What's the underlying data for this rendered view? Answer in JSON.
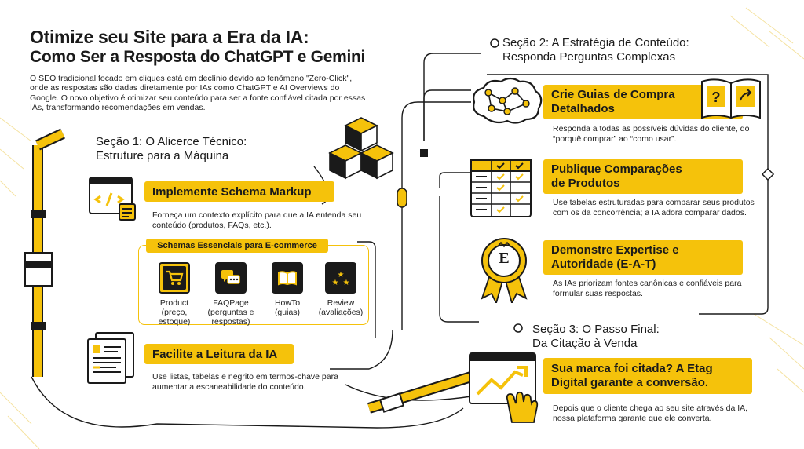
{
  "header": {
    "title_line1": "Otimize seu Site para a Era da IA:",
    "title_line2": "Como Ser a Resposta do ChatGPT e Gemini",
    "intro": "O SEO tradicional focado em cliques está em declínio devido ao fenômeno \"Zero-Click\", onde as respostas são dadas diretamente por IAs como ChatGPT e AI Overviews do Google. O novo objetivo é otimizar seu conteúdo para ser a fonte confiável citada por essas IAs, transformando recomendações em vendas."
  },
  "section1": {
    "heading_line1": "Seção 1: O Alicerce Técnico:",
    "heading_line2": "Estruture para a Máquina",
    "schema": {
      "title": "Implemente Schema Markup",
      "desc": "Forneça um contexto explícito para que a IA entenda seu conteúdo (produtos, FAQs, etc.)."
    },
    "schemas_box": {
      "title": "Schemas Essenciais para E-commerce",
      "items": [
        {
          "label": "Product (preço, estoque)",
          "icon": "shopping-cart-icon"
        },
        {
          "label": "FAQPage (perguntas e respostas)",
          "icon": "chat-bubbles-icon"
        },
        {
          "label": "HowTo (guias)",
          "icon": "open-book-icon"
        },
        {
          "label": "Review (avaliações)",
          "icon": "stars-icon"
        }
      ]
    },
    "reading": {
      "title": "Facilite a Leitura da IA",
      "desc": "Use listas, tabelas e negrito em termos-chave para aumentar a escaneabilidade do conteúdo."
    }
  },
  "section2": {
    "heading_line1": "Seção 2: A Estratégia de Conteúdo:",
    "heading_line2": "Responda Perguntas Complexas",
    "guides": {
      "title_line1": "Crie Guias de Compra",
      "title_line2": "Detalhados",
      "desc": "Responda a todas as possíveis dúvidas do cliente, do “porquê comprar” ao “como usar”."
    },
    "comparisons": {
      "title_line1": "Publique Comparações",
      "title_line2": "de Produtos",
      "desc": "Use tabelas estruturadas para comparar seus produtos com os da concorrência; a IA adora comparar dados."
    },
    "expertise": {
      "title_line1": "Demonstre Expertise e",
      "title_line2": "Autoridade (E-A-T)",
      "desc": "As IAs priorizam fontes canônicas e confiáveis para formular suas respostas.",
      "badge_letter": "E"
    }
  },
  "section3": {
    "heading_line1": "Seção 3: O Passo Final:",
    "heading_line2": "Da Citação à Venda",
    "conversion": {
      "title_line1": "Sua marca foi citada? A Etag",
      "title_line2": "Digital garante a conversão.",
      "desc": "Depois que o cliente chega ao seu site através da IA, nossa plataforma garante que ele converta."
    }
  },
  "colors": {
    "accent": "#f5c20b",
    "ink": "#1a1a1a"
  }
}
